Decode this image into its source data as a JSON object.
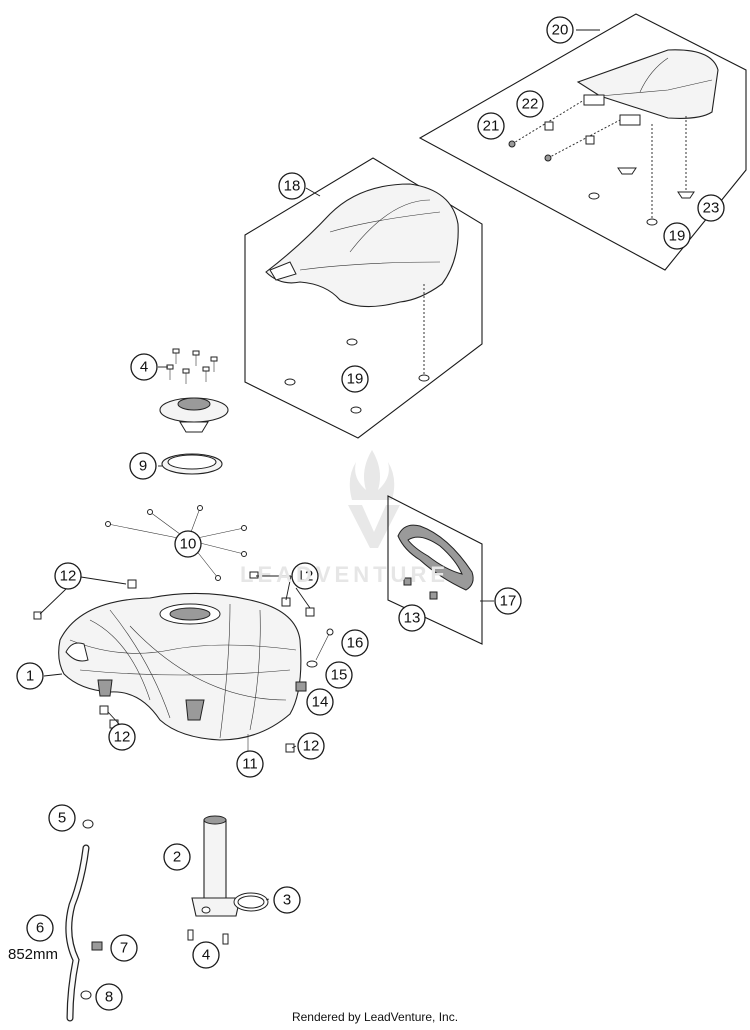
{
  "diagram": {
    "callouts": {
      "c1": "1",
      "c2": "2",
      "c3": "3",
      "c4a": "4",
      "c4b": "4",
      "c5": "5",
      "c6": "6",
      "c7": "7",
      "c8": "8",
      "c9": "9",
      "c10": "10",
      "c11": "11",
      "c12a": "12",
      "c12b": "12",
      "c12c": "12",
      "c12d": "12",
      "c13": "13",
      "c14": "14",
      "c15": "15",
      "c16": "16",
      "c17": "17",
      "c18": "18",
      "c19a": "19",
      "c19b": "19",
      "c20": "20",
      "c21": "21",
      "c22": "22",
      "c23": "23"
    },
    "hose_length_label": "852mm",
    "watermark": "LEADVENTURE",
    "footer": "Rendered by LeadVenture, Inc."
  }
}
